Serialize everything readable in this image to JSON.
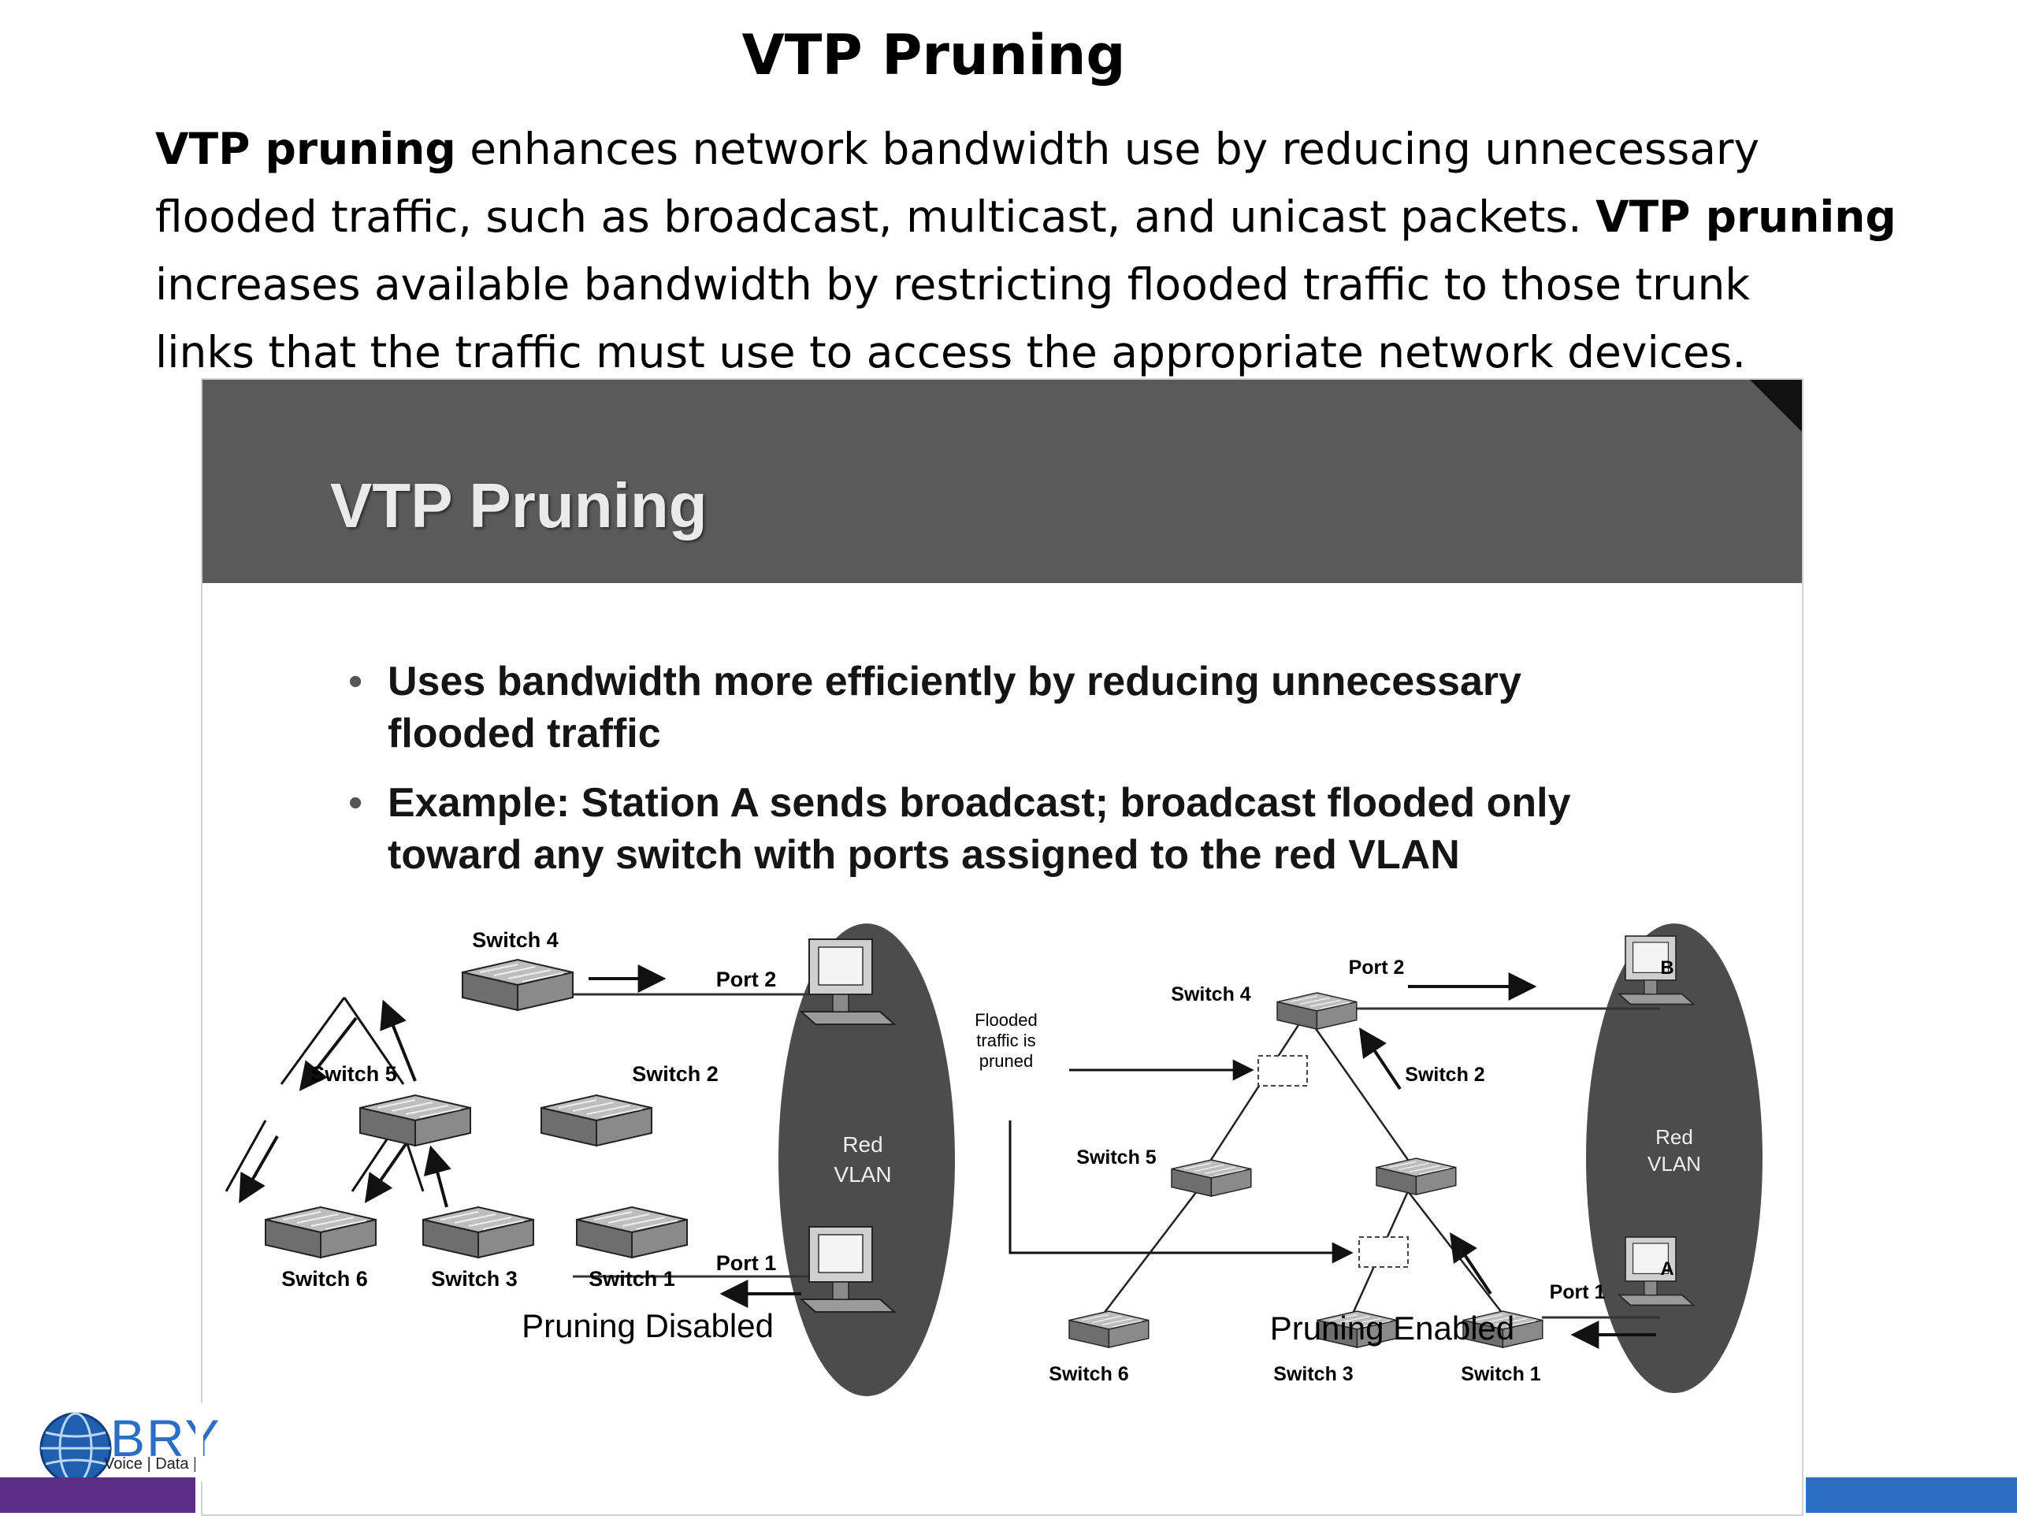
{
  "slide": {
    "title": "VTP Pruning",
    "intro": {
      "l1_bold": "VTP pruning",
      "l1_rest": " enhances network bandwidth use by reducing unnecessary",
      "l2_rest": "flooded traffic, such as broadcast, multicast, and unicast packets. ",
      "l2_bold": "VTP pruning",
      "l3": "increases available bandwidth by restricting flooded traffic to those trunk",
      "l4": "links that the traffic must use to access the appropriate network devices."
    }
  },
  "figure": {
    "title": "VTP Pruning",
    "bullets": [
      {
        "line1": "Uses bandwidth more efficiently by reducing unnecessary",
        "line2": "flooded traffic"
      },
      {
        "line1": "Example: Station A sends broadcast; broadcast flooded only",
        "line2": "toward any switch with ports assigned to the red VLAN"
      }
    ],
    "left": {
      "caption": "Pruning Disabled",
      "switch4": "Switch 4",
      "switch5": "Switch 5",
      "switch2": "Switch 2",
      "switch6": "Switch 6",
      "switch3": "Switch 3",
      "switch1": "Switch 1",
      "port2": "Port 2",
      "port1": "Port 1",
      "vlan_line1": "Red",
      "vlan_line2": "VLAN"
    },
    "right": {
      "caption": "Pruning Enabled",
      "switch4": "Switch 4",
      "switch5": "Switch 5",
      "switch2": "Switch 2",
      "switch6": "Switch 6",
      "switch3": "Switch 3",
      "switch1": "Switch 1",
      "port2": "Port 2",
      "port1": "Port 1",
      "vlan_line1": "Red",
      "vlan_line2": "VLAN",
      "station_a": "A",
      "station_b": "B",
      "flood_line1": "Flooded",
      "flood_line2": "traffic is",
      "flood_line3": "pruned"
    }
  },
  "logo": {
    "text": "BRY",
    "tagline": "Voice | Data |"
  },
  "colors": {
    "header_gray": "#5a5a5a",
    "brand_blue": "#2a6fc4",
    "brand_purple": "#5b2d86"
  }
}
